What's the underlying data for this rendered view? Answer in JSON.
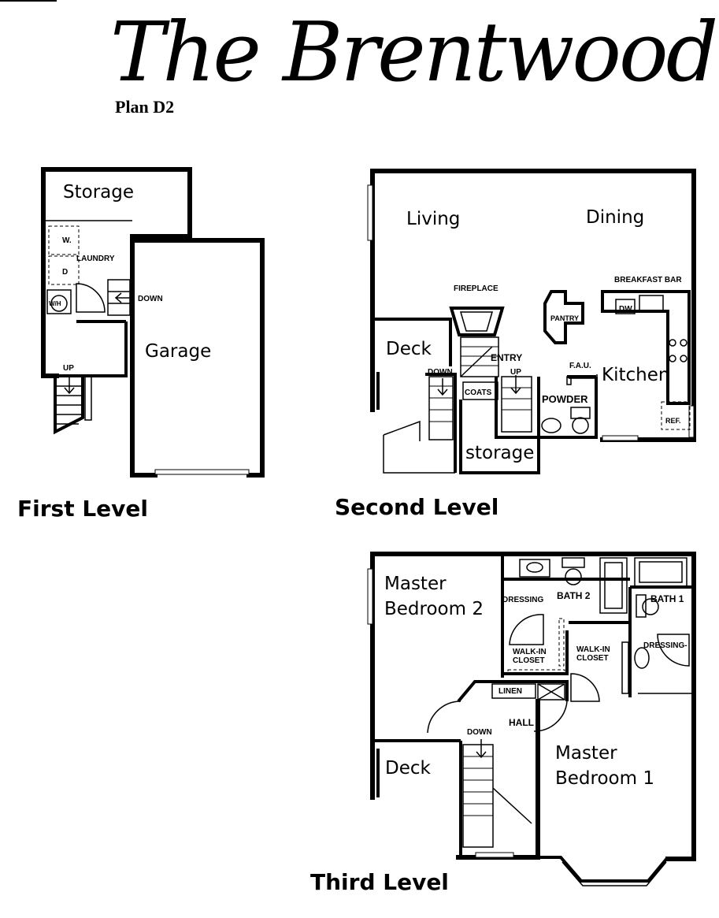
{
  "title": "The Brentwood",
  "plan": "Plan D2",
  "levels": {
    "first": "First Level",
    "second": "Second Level",
    "third": "Third Level"
  },
  "first_level": {
    "storage": "Storage",
    "laundry": "LAUNDRY",
    "washer": "W.",
    "dryer": "D",
    "water_heater": "W/H",
    "down": "DOWN",
    "garage": "Garage",
    "up": "UP"
  },
  "second_level": {
    "living": "Living",
    "dining": "Dining",
    "fireplace": "FIREPLACE",
    "breakfast_bar": "BREAKFAST BAR",
    "dishwasher": "DW",
    "pantry": "PANTRY",
    "deck": "Deck",
    "entry": "ENTRY",
    "fau": "F.A.U.",
    "down": "DOWN",
    "up": "UP",
    "coats": "COATS",
    "powder": "POWDER",
    "kitchen": "Kitchen",
    "refrigerator": "REF.",
    "storage": "storage"
  },
  "third_level": {
    "master_bedroom_2": [
      "Master",
      "Bedroom 2"
    ],
    "dressing_2": "DRESSING",
    "bath_2": "BATH 2",
    "bath_1": "BATH 1",
    "walk_in_closet_2": [
      "WALK-IN",
      "CLOSET"
    ],
    "walk_in_closet_1": [
      "WALK-IN",
      "CLOSET"
    ],
    "dressing_1": "DRESSING-",
    "linen": "LINEN",
    "hall": "HALL",
    "down": "DOWN",
    "deck": "Deck",
    "master_bedroom_1": [
      "Master",
      "Bedroom 1"
    ]
  }
}
